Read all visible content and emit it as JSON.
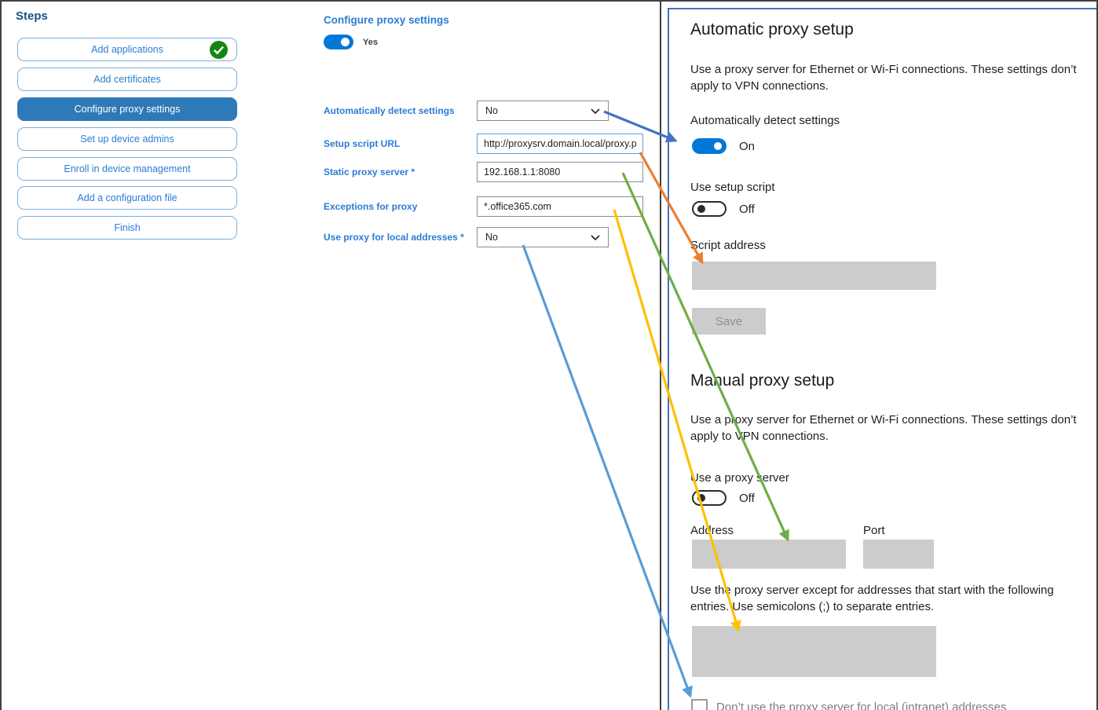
{
  "steps": {
    "title": "Steps",
    "items": [
      {
        "label": "Add applications",
        "state": "completed"
      },
      {
        "label": "Add certificates",
        "state": "normal"
      },
      {
        "label": "Configure proxy settings",
        "state": "selected"
      },
      {
        "label": "Set up device admins",
        "state": "normal"
      },
      {
        "label": "Enroll in device management",
        "state": "normal"
      },
      {
        "label": "Add a configuration file",
        "state": "normal"
      },
      {
        "label": "Finish",
        "state": "normal"
      }
    ]
  },
  "form": {
    "title": "Configure proxy settings",
    "enabled_toggle": {
      "state": "on",
      "label": "Yes"
    },
    "fields": [
      {
        "label": "Automatically detect settings",
        "type": "select",
        "value": "No"
      },
      {
        "label": "Setup script URL",
        "type": "text",
        "value": "http://proxysrv.domain.local/proxy.pa"
      },
      {
        "label": "Static proxy server *",
        "type": "text",
        "value": "192.168.1.1:8080"
      },
      {
        "label": "Exceptions for proxy",
        "type": "text",
        "value": "*.office365.com"
      },
      {
        "label": "Use proxy for local addresses *",
        "type": "select",
        "value": "No"
      }
    ]
  },
  "settings": {
    "automatic": {
      "heading": "Automatic proxy setup",
      "description": "Use a proxy server for Ethernet or Wi-Fi connections. These settings don’t apply to VPN connections.",
      "detect": {
        "label": "Automatically detect settings",
        "state_label": "On",
        "state": "on"
      },
      "script": {
        "label": "Use setup script",
        "state_label": "Off",
        "state": "off"
      },
      "script_address_label": "Script address",
      "save_label": "Save"
    },
    "manual": {
      "heading": "Manual proxy setup",
      "description": "Use a proxy server for Ethernet or Wi-Fi connections. These settings don’t apply to VPN connections.",
      "proxy": {
        "label": "Use a proxy server",
        "state_label": "Off",
        "state": "off"
      },
      "address_label": "Address",
      "port_label": "Port",
      "exceptions_description": "Use the proxy server except for addresses that start with the following entries. Use semicolons (;) to separate entries.",
      "local_checkbox_label": "Don’t use the proxy server for local (intranet) addresses"
    }
  },
  "colors": {
    "accent": "#0078d7",
    "step_selected": "#2e7ab8",
    "panel_border": "#4472c4",
    "completed_green": "#138613"
  },
  "arrows": [
    {
      "name": "detect-settings-mapping",
      "color": "#4472c4"
    },
    {
      "name": "setup-script-url-mapping",
      "color": "#ed7d31"
    },
    {
      "name": "static-proxy-mapping",
      "color": "#70ad47"
    },
    {
      "name": "exceptions-mapping",
      "color": "#ffc000"
    },
    {
      "name": "local-addresses-mapping",
      "color": "#5b9bd5"
    }
  ]
}
